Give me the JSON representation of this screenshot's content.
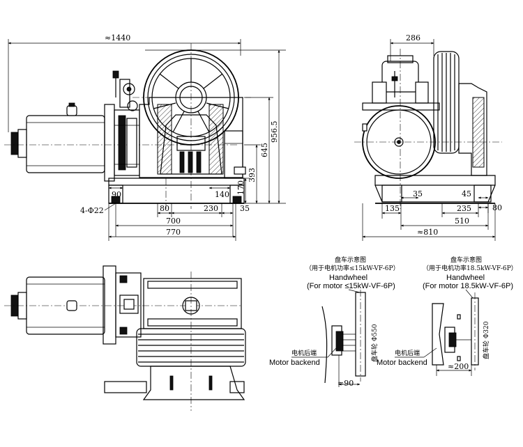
{
  "front_view": {
    "dims": {
      "overall_length": "≈1440",
      "height_total": "956.5",
      "height_645": "645",
      "height_393": "393",
      "height_170": "170",
      "dim_90": "90",
      "dim_140": "140",
      "bolt_holes": "4-Φ22",
      "dim_80": "80",
      "dim_230": "230",
      "dim_35": "35",
      "dim_700": "700",
      "dim_770": "770"
    }
  },
  "side_view": {
    "dims": {
      "top_286": "286",
      "dim_35": "35",
      "dim_45": "45",
      "dim_135": "135",
      "dim_235": "235",
      "dim_80": "80",
      "dim_510": "510",
      "dim_810": "≈810"
    }
  },
  "handwheel_small": {
    "title_cn": "盘车示意图",
    "subtitle_cn": "（用于电机功率≤15kW-VF-6P）",
    "title_en": "Handwheel",
    "subtitle_en": "(For motor ≤15kW-VF-6P)",
    "label_cn": "电机后端",
    "label_en": "Motor backend",
    "vertical_label": "盘车轮 Φ550",
    "dim_bottom": "≈90"
  },
  "handwheel_large": {
    "title_cn": "盘车示意图",
    "subtitle_cn": "（用于电机功率18.5kW-VF-6P）",
    "title_en": "Handwheel",
    "subtitle_en": "(For motor 18.5kW-VF-6P)",
    "label_cn": "电机后端",
    "label_en": "Motor backend",
    "vertical_label": "盘车轮 Φ320",
    "dim_bottom": "≈200"
  }
}
